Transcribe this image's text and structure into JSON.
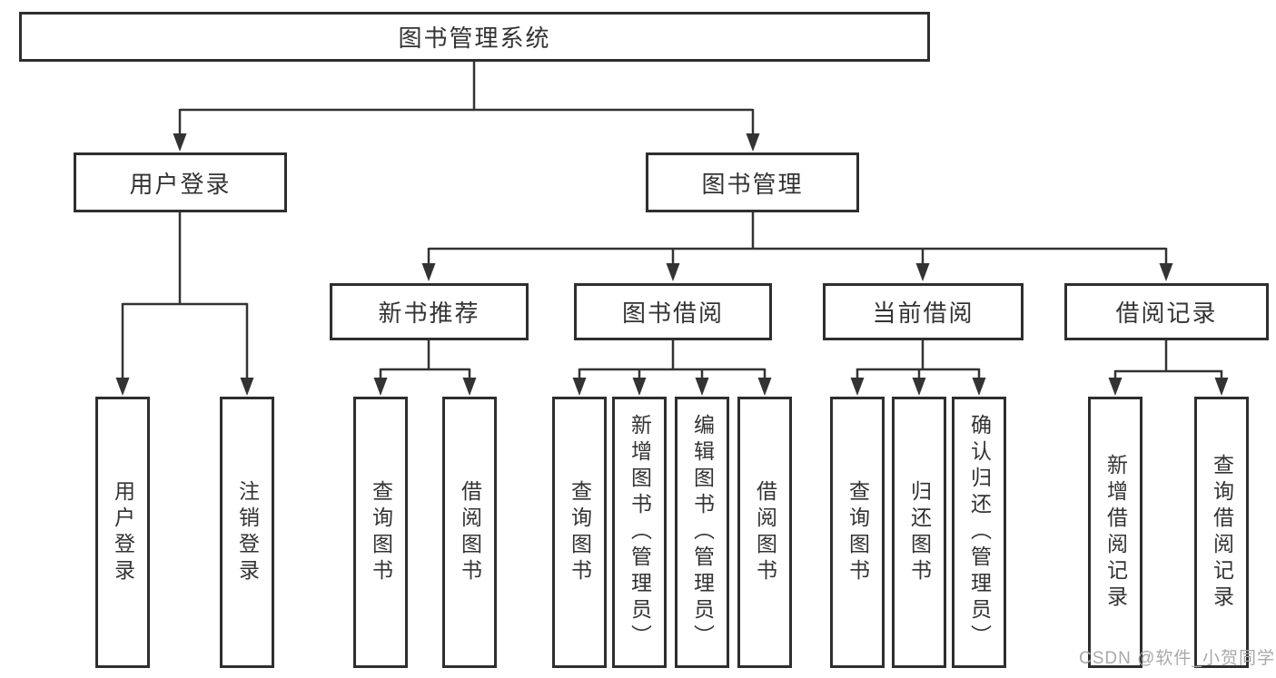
{
  "diagram": {
    "root": {
      "label": "图书管理系统"
    },
    "level2": [
      {
        "label": "用户登录",
        "parent": "图书管理系统"
      },
      {
        "label": "图书管理",
        "parent": "图书管理系统"
      }
    ],
    "level3": [
      {
        "label": "新书推荐",
        "parent": "图书管理"
      },
      {
        "label": "图书借阅",
        "parent": "图书管理"
      },
      {
        "label": "当前借阅",
        "parent": "图书管理"
      },
      {
        "label": "借阅记录",
        "parent": "图书管理"
      }
    ],
    "leaves": [
      {
        "label": "用户登录",
        "parent": "用户登录"
      },
      {
        "label": "注销登录",
        "parent": "用户登录"
      },
      {
        "label": "查询图书",
        "parent": "新书推荐"
      },
      {
        "label": "借阅图书",
        "parent": "新书推荐"
      },
      {
        "label": "查询图书",
        "parent": "图书借阅"
      },
      {
        "label": "新增图书（管理员）",
        "parent": "图书借阅"
      },
      {
        "label": "编辑图书（管理员）",
        "parent": "图书借阅"
      },
      {
        "label": "借阅图书",
        "parent": "图书借阅"
      },
      {
        "label": "查询图书",
        "parent": "当前借阅"
      },
      {
        "label": "归还图书",
        "parent": "当前借阅"
      },
      {
        "label": "确认归还（管理员）",
        "parent": "当前借阅"
      },
      {
        "label": "新增借阅记录",
        "parent": "借阅记录"
      },
      {
        "label": "查询借阅记录",
        "parent": "借阅记录"
      }
    ],
    "colors": {
      "line": "#333333",
      "box_border": "#2e2e2e",
      "text": "#333333",
      "background": "#ffffff",
      "watermark": "#a9a9a9"
    }
  },
  "watermark": {
    "text": "CSDN @软件_小贺同学"
  }
}
